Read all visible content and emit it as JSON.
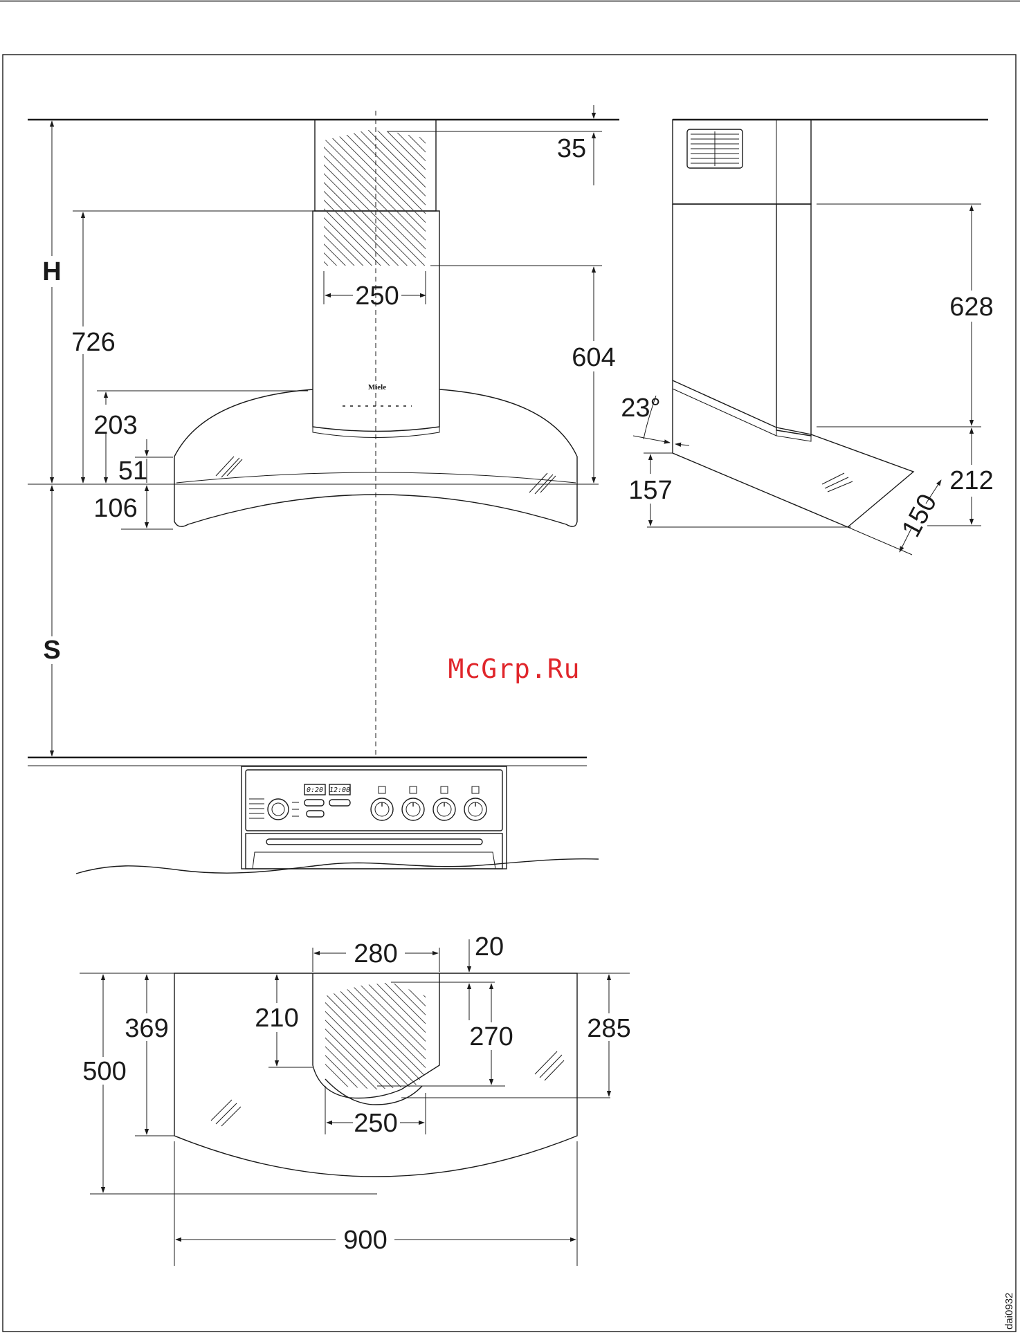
{
  "watermark": "McGrp.Ru",
  "drawing_code": "dai0932",
  "brand": "Miele",
  "front_view": {
    "height_label": "H",
    "clearance_label": "S",
    "dim_35": "35",
    "dim_250": "250",
    "dim_726": "726",
    "dim_604": "604",
    "dim_203": "203",
    "dim_51": "51",
    "dim_106": "106"
  },
  "side_view": {
    "dim_628": "628",
    "angle": "23°",
    "dim_157": "157",
    "dim_212": "212",
    "dim_150": "150"
  },
  "cooktop": {
    "timer_display": "0:20",
    "clock_display": "12:00"
  },
  "top_view": {
    "dim_280": "280",
    "dim_20": "20",
    "dim_369": "369",
    "dim_210": "210",
    "dim_270": "270",
    "dim_285": "285",
    "dim_500": "500",
    "dim_250": "250",
    "dim_900": "900"
  }
}
